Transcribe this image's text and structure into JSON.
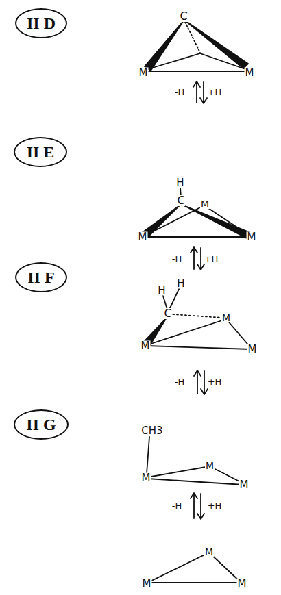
{
  "diagram": {
    "nodes": [
      {
        "text": [
          "II D"
        ]
      },
      {
        "text": [
          "II E"
        ]
      },
      {
        "text": [
          "II F"
        ]
      },
      {
        "text": [
          "II G"
        ]
      }
    ],
    "labels": [
      "C",
      "M",
      "M",
      "-H",
      "+H",
      "H",
      "C",
      "M",
      "M",
      "M",
      "-H",
      "+H",
      "H",
      "H",
      "C",
      "M",
      "M",
      "M",
      "-H",
      "+H",
      "CH3",
      "M",
      "M",
      "M",
      "-H",
      "+H",
      "M",
      "M",
      "M"
    ]
  }
}
